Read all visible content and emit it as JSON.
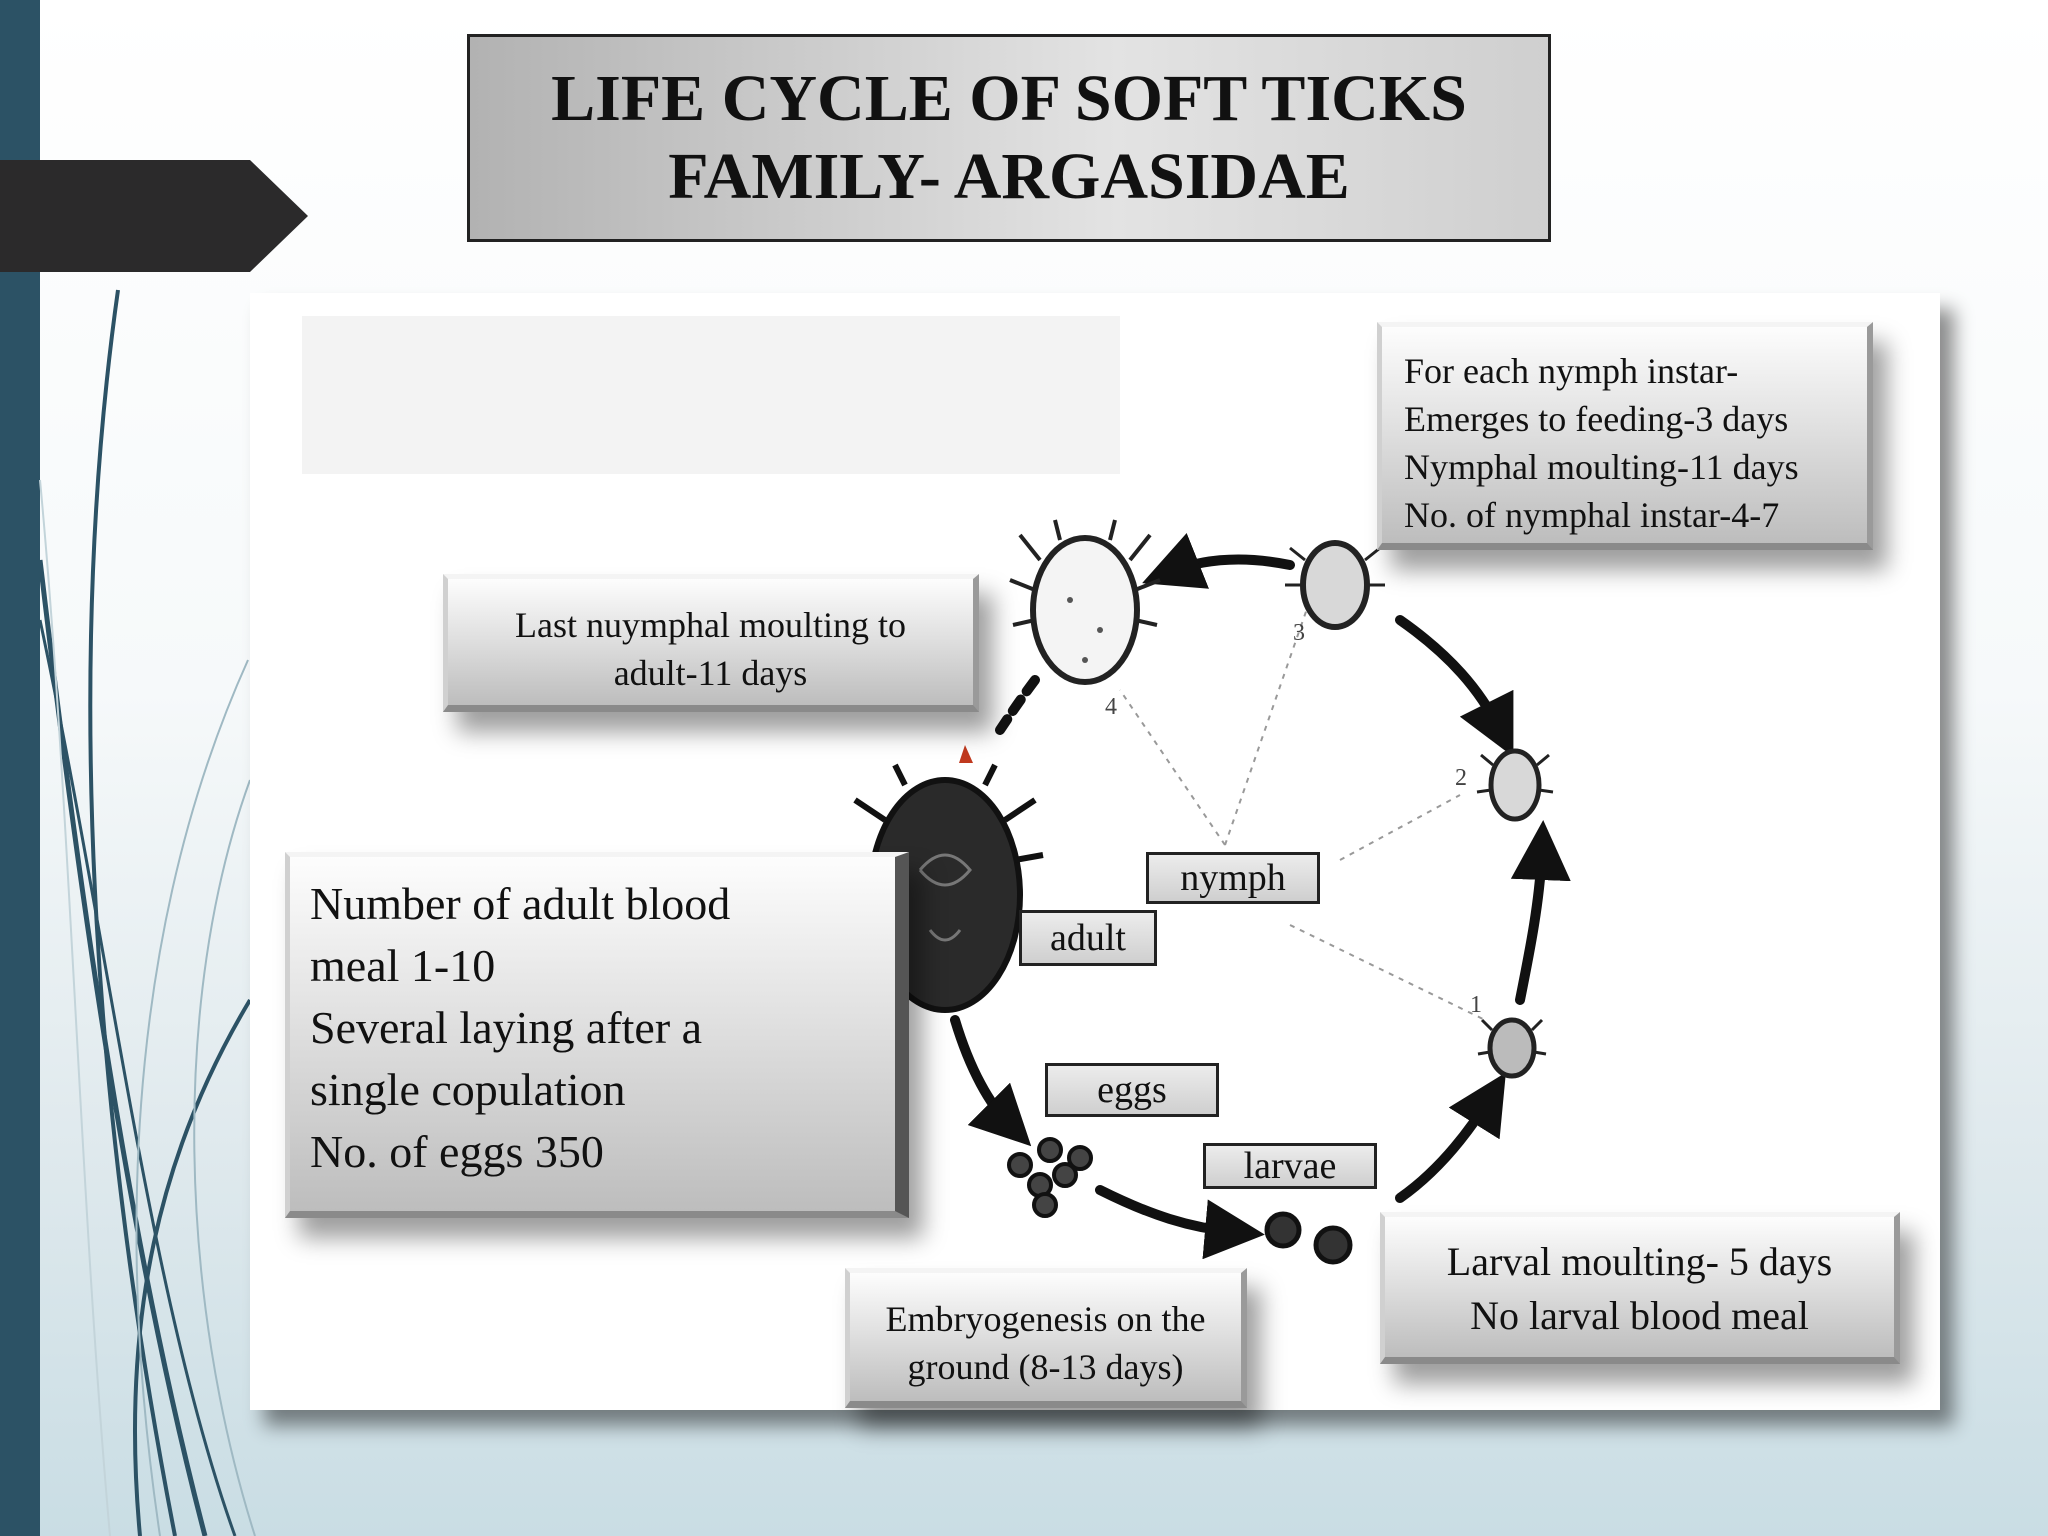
{
  "title": {
    "line1": "LIFE CYCLE OF SOFT TICKS",
    "line2": "FAMILY- ARGASIDAE"
  },
  "boxes": {
    "nymph_info": [
      "For each nymph instar-",
      "Emerges to feeding-3 days",
      "Nymphal moulting-11 days",
      "No. of nymphal instar-4-7"
    ],
    "last_moult": [
      "Last nuymphal moulting to",
      "adult-11 days"
    ],
    "adult_info": [
      "Number of adult blood",
      "meal 1-10",
      "Several laying after a",
      "single copulation",
      "No. of eggs 350"
    ],
    "embryo": [
      "Embryogenesis on the",
      "ground (8-13 days)"
    ],
    "larval": [
      "Larval moulting- 5 days",
      "No larval blood meal"
    ]
  },
  "labels": {
    "nymph": "nymph",
    "adult": "adult",
    "eggs": "eggs",
    "larvae": "larvae"
  },
  "stage_numbers": [
    "1",
    "2",
    "3",
    "4"
  ],
  "colors": {
    "sidebar": "#2c5265",
    "arrow_tab": "#2b2a2b",
    "arrows": "#111111"
  }
}
